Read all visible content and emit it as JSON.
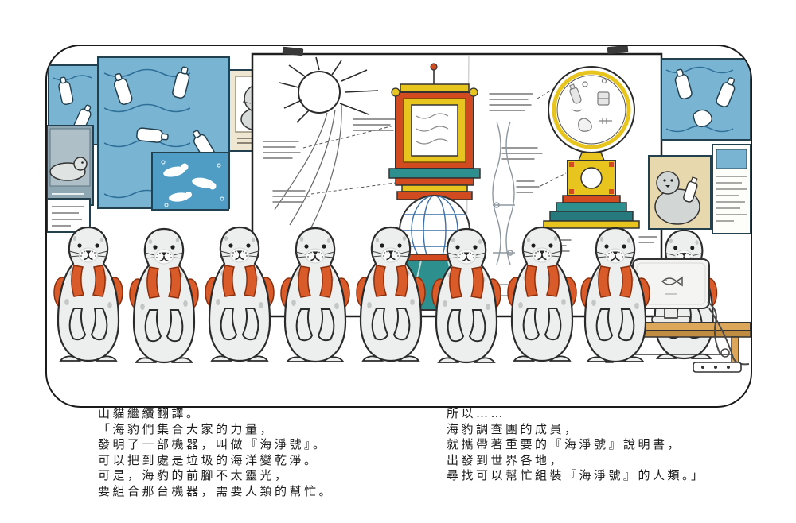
{
  "story_text": {
    "left_lines": [
      "山貓繼續翻譯。",
      "「海豹們集合大家的力量，",
      "發明了一部機器，叫做『海淨號』。",
      "可以把到處是垃圾的海洋變乾淨。",
      "可是，海豹的前腳不太靈光，",
      "要組合那台機器，需要人類的幫忙。"
    ],
    "right_lines": [
      "所以……",
      "海豹調查團的成員，",
      "就攜帶著重要的『海淨號』說明書，",
      "出發到世界各地，",
      "尋找可以幫忙組裝『海淨號』的人類。」"
    ]
  },
  "illustration": {
    "icons": {
      "fish-logo": "fish outline mark on back of computer monitor",
      "sun-drawing": "hand-drawn sun with rays on blueprint board",
      "trash-globe-diagram": "circle filled with floating garbage on gold pedestal",
      "sea-cleaner-machine-diagram": "ornate red-yellow machine with blue globe base"
    },
    "colors": {
      "backpack_orange": "#d95b2a",
      "machine_red": "#d24a20",
      "machine_yellow": "#e8c41e",
      "machine_teal": "#2e8f8f",
      "poster_blue": "#79b5d2",
      "globe_blue": "#3a6ea5",
      "desk_wood": "#dca75b",
      "seal_grey": "#edefee"
    }
  }
}
